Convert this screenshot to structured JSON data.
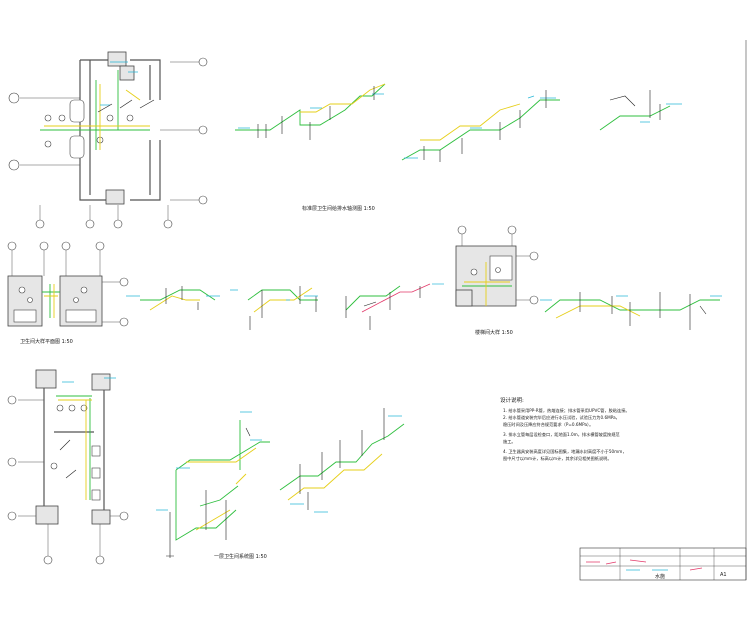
{
  "drawings": {
    "riser_main": {
      "caption": "标准层卫生间给排水轴测图 1:50"
    },
    "plan_small": {
      "caption": "卫生间大样平面图 1:50"
    },
    "plan_mid": {
      "caption": "楼梯间大样 1:50"
    },
    "riser_bottom": {
      "caption": "一层卫生间系统图 1:50"
    }
  },
  "notes": {
    "heading": "设计说明:",
    "lines": [
      "1. 给水管采用PP-R管，热熔连接；排水管采用UPVC管，胶粘连接。",
      "2. 给水管道安装完毕后应进行水压试验，试验压力为0.6MPa，",
      "   稳压时间及压降应符合规范要求（P=0.6MPa）。",
      "3. 排水立管每层设检查口，距地面1.0m，排水横管坡度按规范",
      "   施工。",
      "4. 卫生器具安装高度详见国标图集，地漏水封高度不小于50mm，",
      "   图中尺寸以mm计，标高以m计，其余详见相关图纸说明。"
    ]
  },
  "title_block": {
    "sheet_label": "水施",
    "sheet_number": "A1"
  },
  "colors": {
    "supply_pipe": "#2fbf3f",
    "drain_pipe": "#e6cf1a",
    "dimension": "#29b8d8",
    "revision_mark": "#e23a6a"
  }
}
